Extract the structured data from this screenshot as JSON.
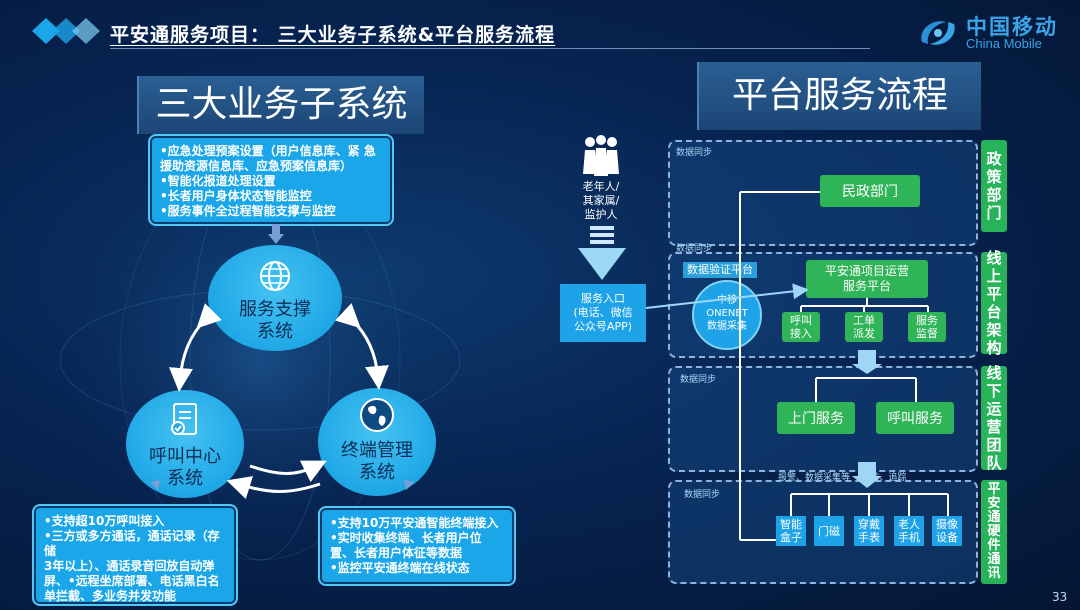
{
  "header": {
    "title": "平安通服务项目：  三大业务子系统&平台服务流程",
    "brand_cn": "中国移动",
    "brand_en": "China Mobile"
  },
  "left": {
    "banner": "三大业务子系统",
    "top_note": "•应急处理预案设置（用户信息库、紧 急援助资源信息库、应急预案信息库）\n•智能化报道处理设置\n•长者用户身体状态智能监控\n•服务事件全过程智能支撑与监控",
    "circle_support": [
      "服务支撑",
      "系统"
    ],
    "circle_callcenter": [
      "呼叫中心",
      "系统"
    ],
    "circle_terminal": [
      "终端管理",
      "系统"
    ],
    "bottom_left_note": "•支持超10万呼叫接入\n•三方或多方通话，通话记录（存储\n3年以上）、通话录音回放自动弹屏、•远程坐席部署、电话黑白名单拦截、多业务并发功能",
    "bottom_right_note": "•支持10万平安通智能终端接入\n•实时收集终端、长者用户位置、长者用户体征等数据\n•监控平安通终端在线状态"
  },
  "right": {
    "banner": "平台服务流程",
    "users_label": "老年人/\n其家属/\n监护人",
    "service_entry": "服务入口\n(电话、微信\n公众号APP)",
    "sync_tag": "数据同步",
    "side_policy": "政\n策\n部\n门",
    "side_online": "线\n上\n平\n台\n架\n构",
    "side_offline": "线\n下\n运\n营\n团\n队",
    "side_hardware": "平\n安\n通\n硬\n件\n通\n讯",
    "civil_affairs": "民政部门",
    "data_verify": "数据验证平台",
    "platform_ops": "平安通项目运营\n服务平台",
    "onenet": "中移\nONENET\n数据采集",
    "sub_call": "呼叫\n接入",
    "sub_dispatch": "工单\n派发",
    "sub_monitor": "服务\n监督",
    "onsite_service": "上门服务",
    "call_service": "呼叫服务",
    "devices_caption": "报警、数据采集等    回访、追踪",
    "device_1": "智能\n盒子",
    "device_2": "门磁",
    "device_3": "穿戴\n手表",
    "device_4": "老人\n手机",
    "device_5": "摄像\n设备"
  },
  "page_number": "33",
  "colors": {
    "accent_blue": "#1ea3e8",
    "accent_green": "#2fb457",
    "bg": "#072452"
  }
}
